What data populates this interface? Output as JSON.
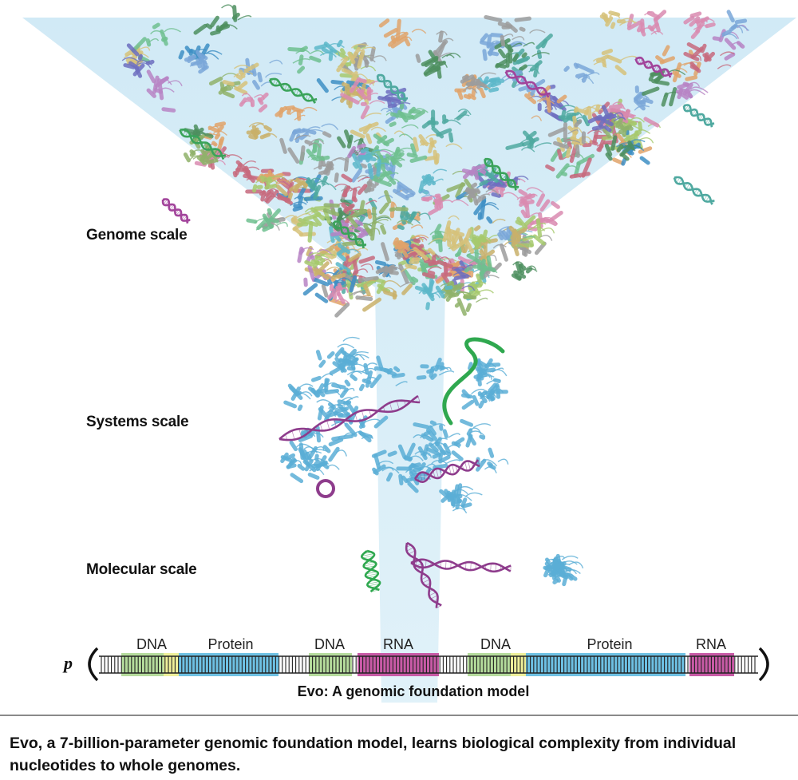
{
  "scales": {
    "genome": "Genome scale",
    "systems": "Systems scale",
    "molecular": "Molecular scale"
  },
  "sequence": {
    "prefix": "p",
    "segments": [
      {
        "type": "DNA",
        "label": "DNA",
        "color": "#b5dc9c"
      },
      {
        "type": "DNA-overlap",
        "label": "",
        "color": "#eef09a"
      },
      {
        "type": "Protein",
        "label": "Protein",
        "color": "#6ec1e4"
      },
      {
        "type": "DNA",
        "label": "DNA",
        "color": "#b5dc9c"
      },
      {
        "type": "RNA",
        "label": "RNA",
        "color": "#c85aa6"
      },
      {
        "type": "DNA",
        "label": "DNA",
        "color": "#b5dc9c"
      },
      {
        "type": "DNA-overlap",
        "label": "",
        "color": "#eef09a"
      },
      {
        "type": "Protein",
        "label": "Protein",
        "color": "#6ec1e4"
      },
      {
        "type": "RNA",
        "label": "RNA",
        "color": "#c85aa6"
      }
    ]
  },
  "model_title": "Evo: A genomic foundation model",
  "caption": "Evo, a 7-billion-parameter genomic foundation model, learns biological complexity from individual nucleotides to whole genomes.",
  "colors": {
    "funnel": "#cfe8f4",
    "protein_blue": "#5aaed6",
    "rna_purple": "#8e3c8c",
    "dna_green": "#2fa84f"
  }
}
